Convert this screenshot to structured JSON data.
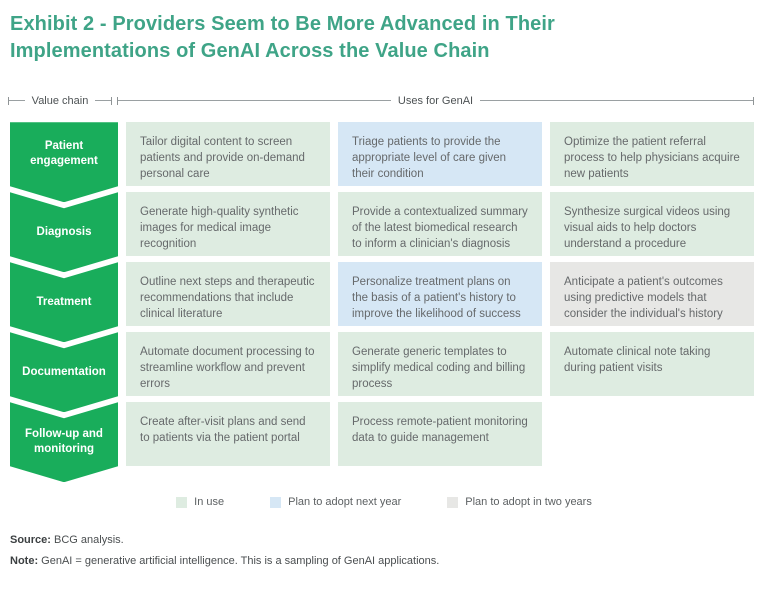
{
  "title": "Exhibit 2 - Providers Seem to Be More Advanced in Their Implementations of GenAI Across the Value Chain",
  "axis": {
    "value_chain_label": "Value chain",
    "uses_label": "Uses for GenAI"
  },
  "colors": {
    "title_teal": "#3fa487",
    "stage_green": "#19ad5b",
    "in_use": "#deece1",
    "next_year": "#d6e7f5",
    "two_years": "#e7e7e5"
  },
  "rows": [
    {
      "stage": "Patient engagement",
      "cells": [
        {
          "text": "Tailor digital content to screen patients and provide on-demand personal care",
          "status": "in_use"
        },
        {
          "text": "Triage patients to provide the appropriate level of care given their condition",
          "status": "next_year"
        },
        {
          "text": "Optimize the patient referral process to help physicians acquire new patients",
          "status": "in_use"
        }
      ]
    },
    {
      "stage": "Diagnosis",
      "cells": [
        {
          "text": "Generate high-quality synthetic images for medical image recognition",
          "status": "in_use"
        },
        {
          "text": "Provide a contextualized summary of the latest biomedical research to inform a clinician's diagnosis",
          "status": "in_use"
        },
        {
          "text": "Synthesize surgical videos using visual aids to help doctors understand a procedure",
          "status": "in_use"
        }
      ]
    },
    {
      "stage": "Treatment",
      "cells": [
        {
          "text": "Outline next steps and therapeutic recommendations that include clinical literature",
          "status": "in_use"
        },
        {
          "text": "Personalize treatment plans on the basis of a patient's history to improve the likelihood of success",
          "status": "next_year"
        },
        {
          "text": "Anticipate a patient's outcomes using predictive models that consider the individual's history",
          "status": "two_years"
        }
      ]
    },
    {
      "stage": "Documentation",
      "cells": [
        {
          "text": "Automate document processing to streamline workflow and prevent errors",
          "status": "in_use"
        },
        {
          "text": "Generate generic templates to simplify medical coding and billing process",
          "status": "in_use"
        },
        {
          "text": "Automate clinical note taking during patient visits",
          "status": "in_use"
        }
      ]
    },
    {
      "stage": "Follow-up and monitoring",
      "cells": [
        {
          "text": "Create after-visit plans and send to patients via the patient portal",
          "status": "in_use"
        },
        {
          "text": "Process remote-patient monitoring data to guide management",
          "status": "in_use"
        }
      ]
    }
  ],
  "legend": [
    {
      "label": "In use",
      "status": "in_use"
    },
    {
      "label": "Plan to adopt next year",
      "status": "next_year"
    },
    {
      "label": "Plan to adopt in two years",
      "status": "two_years"
    }
  ],
  "footer": {
    "source_label": "Source:",
    "source_text": " BCG analysis.",
    "note_label": "Note:",
    "note_text": " GenAI = generative artificial intelligence. This is a sampling of GenAI applications."
  }
}
